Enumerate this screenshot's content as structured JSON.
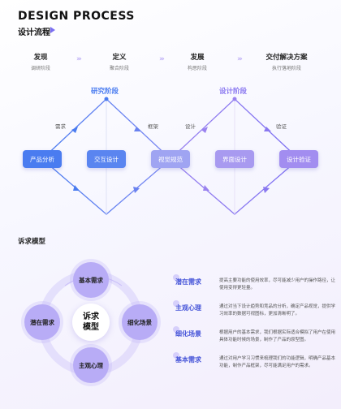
{
  "header": {
    "title_en": "DESIGN PROCESS",
    "title_zh": "设计流程"
  },
  "steps": [
    {
      "name": "发现",
      "sub": "调研阶段"
    },
    {
      "name": "定义",
      "sub": "聚合阶段"
    },
    {
      "name": "发展",
      "sub": "构思阶段"
    },
    {
      "name": "交付解决方案",
      "sub": "执行落地阶段"
    }
  ],
  "chevron": "›››",
  "phases": {
    "research": "研究阶段",
    "design": "设计阶段"
  },
  "edge_labels": {
    "demand": "需求",
    "framework": "框架",
    "design": "设计",
    "verify": "验证"
  },
  "boxes": [
    "产品分析",
    "交互设计",
    "视觉规范",
    "界面设计",
    "设计验证"
  ],
  "colors": {
    "accent": "#7b6ff2",
    "blue": "#4a7cf0",
    "purple": "#a28df0",
    "indigo": "#4453d8"
  },
  "model": {
    "title": "诉求模型",
    "center_line1": "诉求",
    "center_line2": "模型",
    "nodes": [
      "基本需求",
      "细化场景",
      "主观心理",
      "潜在需求"
    ]
  },
  "descriptions": [
    {
      "label": "潜在需求",
      "text": "提高主要功能的使用效率，尽可能减少用户的操作路径，让使用变得更轻量。"
    },
    {
      "label": "主观心理",
      "text": "通过对当下设计趋势和竞品的分析，确定产品视觉，提供学习效率的数据可视图标，更加清晰明了。"
    },
    {
      "label": "细化场景",
      "text": "根据用户的基本需求，我们根据实际适合模拟了用户在使用具体功能时候的场景，制作了产品的原型图。"
    },
    {
      "label": "基本需求",
      "text": "通过对用户学习习惯来梳理我们的功能逻辑，明确产品基本功能，制作产品框架，尽可能满足用户的需求。"
    }
  ]
}
